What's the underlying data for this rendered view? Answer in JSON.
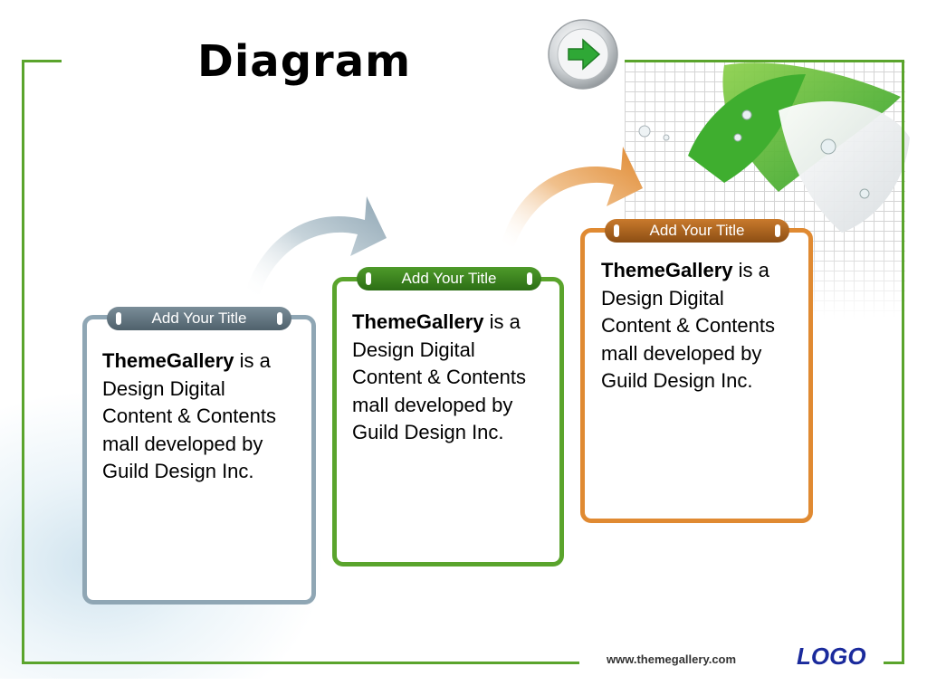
{
  "slide": {
    "title": "Diagram",
    "footer_url": "www.themegallery.com",
    "logo": "LOGO"
  },
  "steps": [
    {
      "title": "Add Your Title",
      "bold": "ThemeGallery",
      "text": " is a Design Digital Content & Contents mall developed by Guild Design Inc.",
      "color": "#8fa6b4"
    },
    {
      "title": "Add Your Title",
      "bold": "ThemeGallery",
      "text": " is a Design Digital Content & Contents mall developed by Guild Design Inc.",
      "color": "#5aa42c"
    },
    {
      "title": "Add Your Title",
      "bold": "ThemeGallery",
      "text": " is a Design Digital Content & Contents mall developed by Guild Design Inc.",
      "color": "#e08a32"
    }
  ],
  "colors": {
    "frame": "#5aa42c",
    "logo": "#1a2a9c"
  },
  "icons": {
    "next_button": "green-arrow-right-icon"
  }
}
